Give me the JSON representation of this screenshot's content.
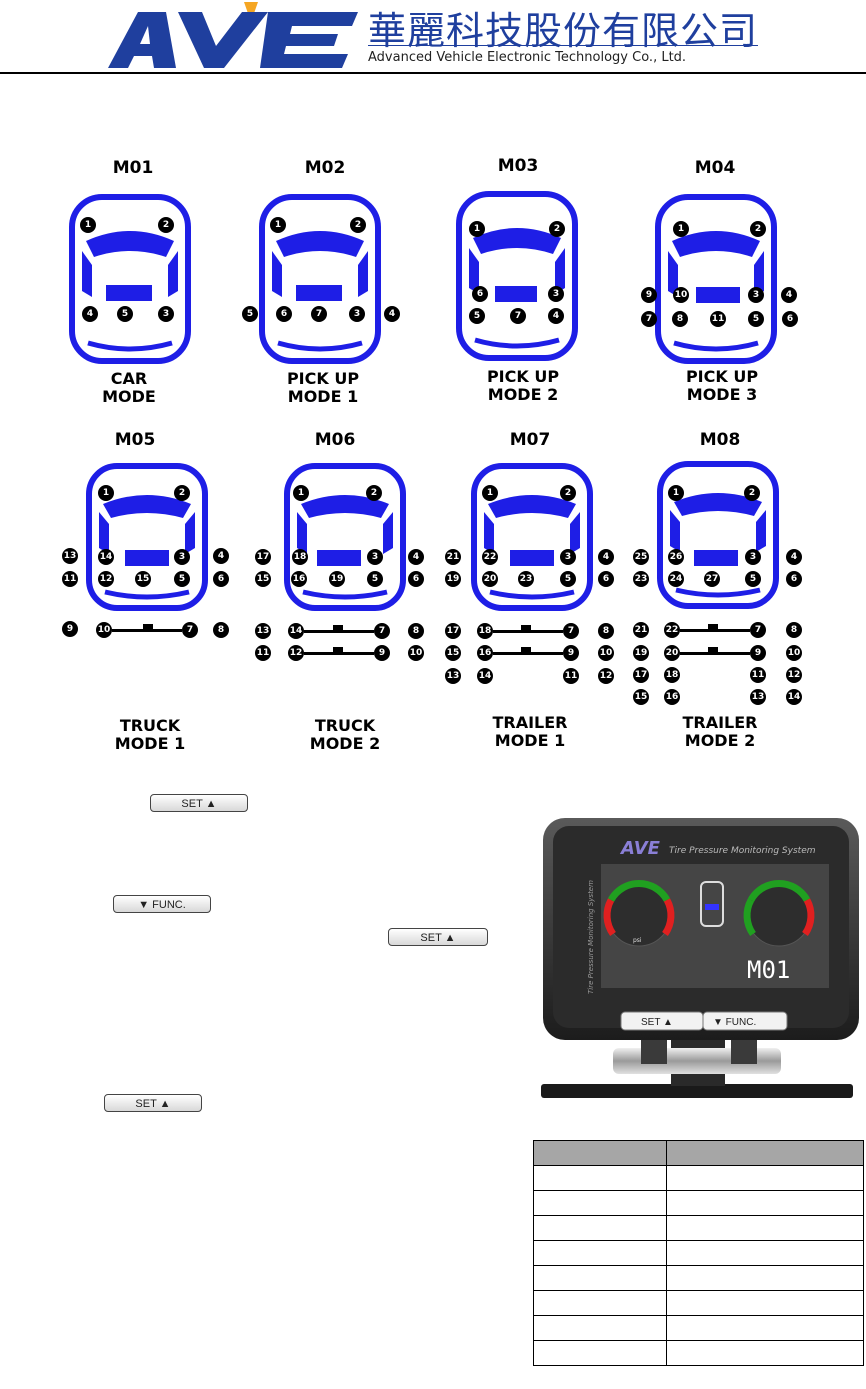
{
  "header": {
    "brand": "AVE",
    "company_cn": "華麗科技股份有限公司",
    "company_en": "Advanced Vehicle Electronic Technology Co., Ltd."
  },
  "modes": [
    {
      "code": "M01",
      "label": "CAR\nMODE"
    },
    {
      "code": "M02",
      "label": "PICK UP\nMODE 1"
    },
    {
      "code": "M03",
      "label": "PICK UP\nMODE 2"
    },
    {
      "code": "M04",
      "label": "PICK UP\nMODE 3"
    },
    {
      "code": "M05",
      "label": "TRUCK\nMODE 1"
    },
    {
      "code": "M06",
      "label": "TRUCK\nMODE 2"
    },
    {
      "code": "M07",
      "label": "TRAILER\nMODE 1"
    },
    {
      "code": "M08",
      "label": "TRAILER\nMODE 2"
    }
  ],
  "buttons": {
    "set": "SET ▲",
    "func": "▼ FUNC."
  },
  "device": {
    "brand": "AVE",
    "tagline": "Tire Pressure Monitoring System",
    "side_text": "Tire Pressure Monitoring System",
    "unit": "psi",
    "display": "M01",
    "set_label": "SET ▲",
    "func_label": "▼ FUNC."
  },
  "table": {
    "rows": 8
  },
  "colors": {
    "brand_blue": "#1f3f9e",
    "car_blue": "#1e1ee6",
    "logo_orange": "#f5a623"
  }
}
